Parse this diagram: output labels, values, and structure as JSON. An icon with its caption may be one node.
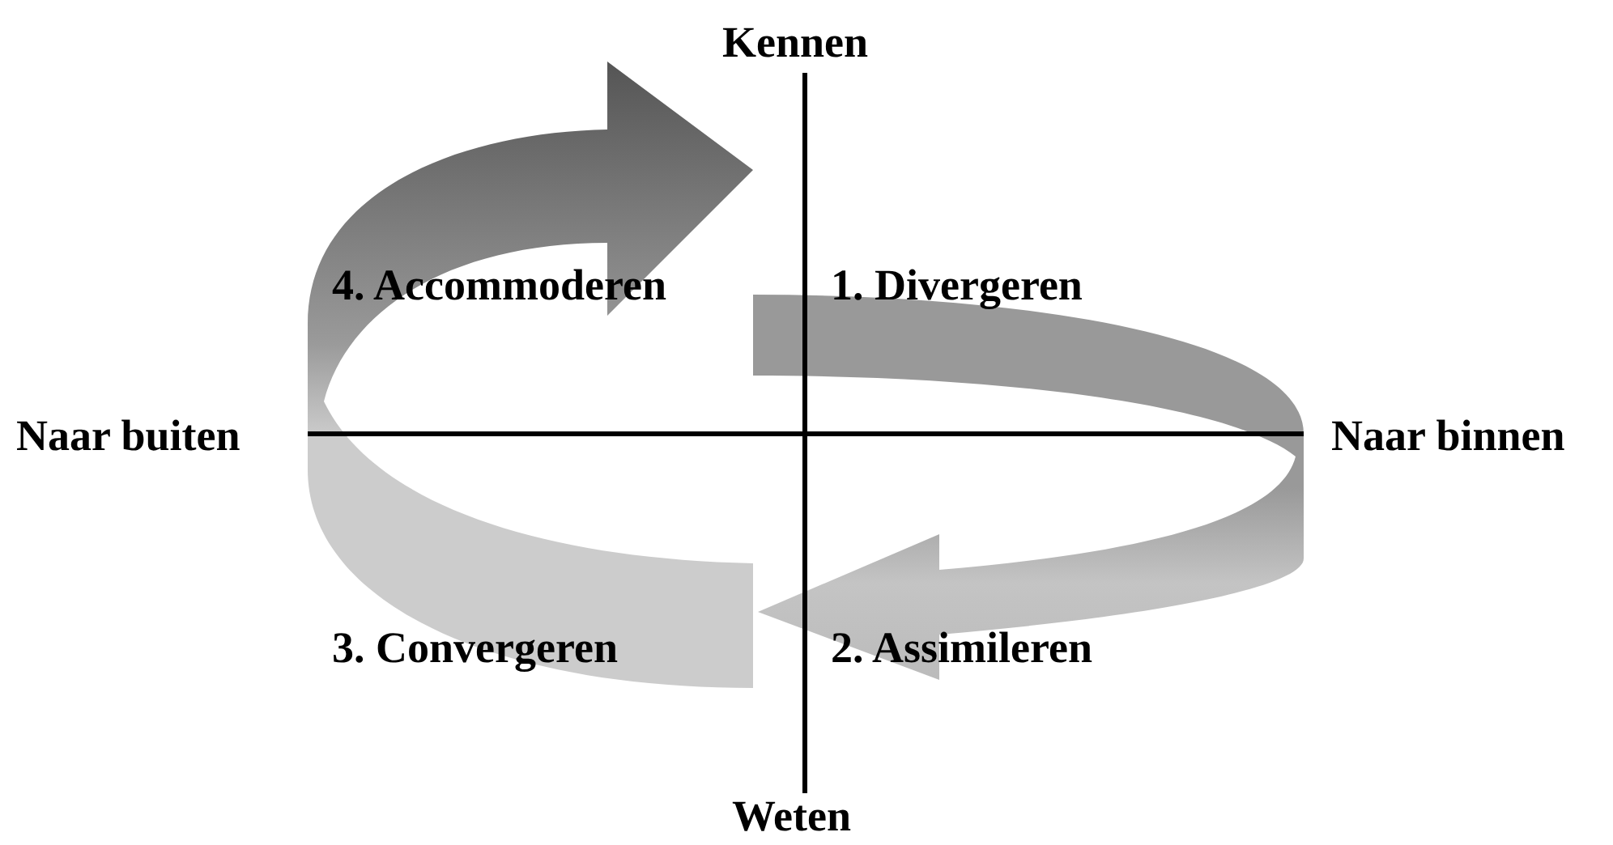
{
  "diagram": {
    "labels": [
      "Kennen",
      "4. Accommoderen",
      "1. Divergeren",
      "Naar buiten",
      "Naar binnen",
      "3. Convergeren",
      "2. Assimileren",
      "Weten"
    ]
  }
}
